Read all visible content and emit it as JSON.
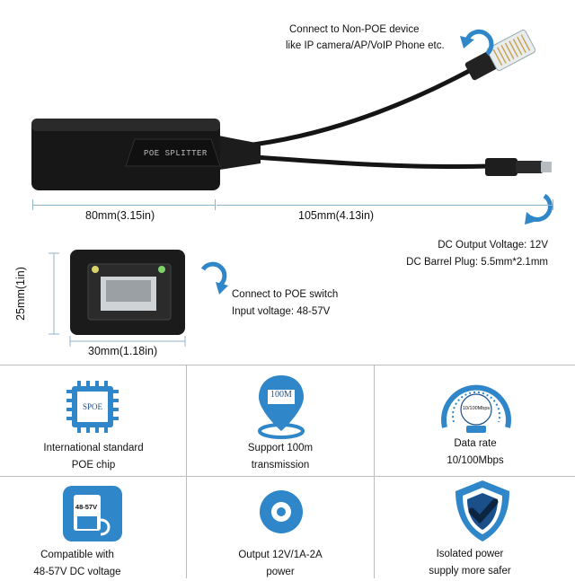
{
  "top": {
    "non_poe_line1": "Connect to Non-POE device",
    "non_poe_line2": "like IP camera/AP/VoIP Phone etc.",
    "device_label": "POE SPLITTER",
    "dim_length": "80mm(3.15in)",
    "dim_cable": "105mm(4.13in)",
    "dc_output": "DC Output Voltage: 12V",
    "dc_barrel": "DC Barrel Plug: 5.5mm*2.1mm"
  },
  "middle": {
    "dim_height": "25mm(1in)",
    "dim_width": "30mm(1.18in)",
    "switch_line1": "Connect to POE switch",
    "switch_line2": "Input voltage: 48-57V"
  },
  "features": [
    {
      "icon": "chip-icon",
      "badge": "SPOE",
      "line1": "International standard",
      "line2": "POE chip"
    },
    {
      "icon": "location-pin-icon",
      "badge": "100M",
      "line1": "Support 100m",
      "line2": "transmission"
    },
    {
      "icon": "speedometer-icon",
      "badge": "10/100Mbps",
      "line1": "Data rate",
      "line2": "10/100Mbps"
    },
    {
      "icon": "voltage-meter-icon",
      "badge": "48-57V",
      "line1": "Compatible with",
      "line2": "48-57V DC voltage"
    },
    {
      "icon": "power-dot-icon",
      "badge": "",
      "line1": "Output 12V/1A-2A",
      "line2": "power"
    },
    {
      "icon": "shield-check-icon",
      "badge": "",
      "line1": "Isolated power",
      "line2": "supply more safer"
    }
  ],
  "colors": {
    "accent_blue": "#2f86c9",
    "dark_blue": "#1a4f8a",
    "device_black": "#161616"
  }
}
